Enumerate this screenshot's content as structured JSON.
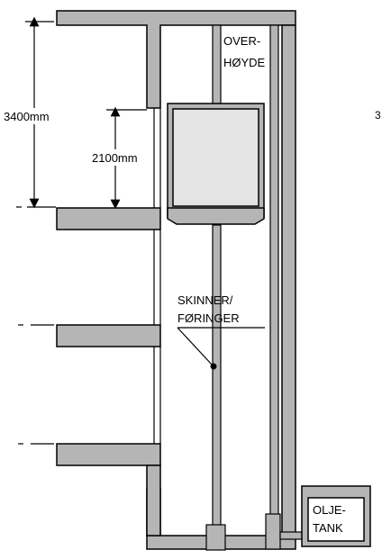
{
  "labels": {
    "overhead_line1": "OVER-",
    "overhead_line2": "HØYDE",
    "dim_3400": "3400mm",
    "dim_2100": "2100mm",
    "rails_line1": "SKINNER/",
    "rails_line2": "FØRINGER",
    "tank_line1": "OLJE-",
    "tank_line2": "TANK",
    "edge_mark": "3"
  },
  "colors": {
    "wall_fill": "#b5b5b5",
    "car_fill": "#e4e4e4",
    "stroke": "#000000",
    "background": "#ffffff"
  }
}
